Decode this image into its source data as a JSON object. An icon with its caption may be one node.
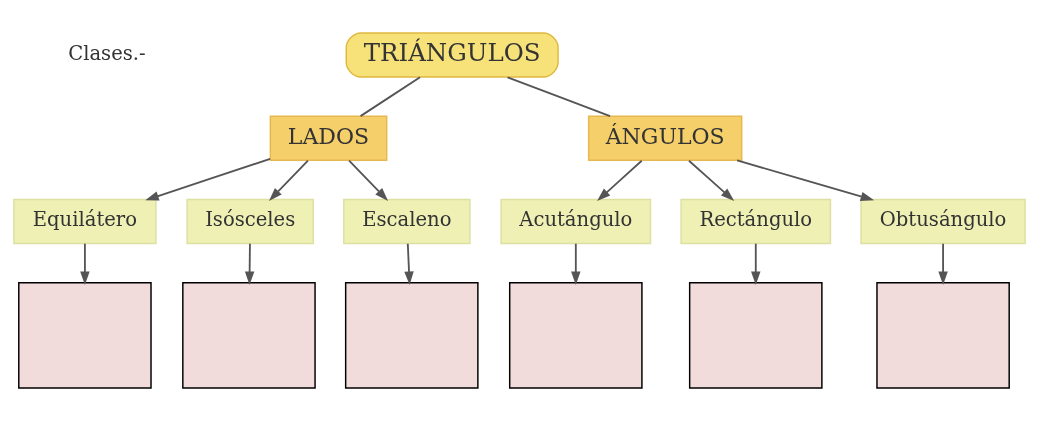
{
  "diagram": {
    "nodes": [
      {
        "text": [
          "TRIÁNGULOS"
        ]
      },
      {
        "text": [
          "LADOS"
        ]
      },
      {
        "text": [
          "ÁNGULOS"
        ]
      },
      {
        "text": [
          "Equilátero"
        ]
      },
      {
        "text": [
          "Isósceles"
        ]
      },
      {
        "text": [
          "Escaleno"
        ]
      },
      {
        "text": [
          "Acutángulo"
        ]
      },
      {
        "text": [
          "Rectángulo"
        ]
      },
      {
        "text": [
          "Obtusángulo"
        ]
      },
      {
        "text": [],
        "shape": "box"
      },
      {
        "text": [],
        "shape": "box"
      },
      {
        "text": [],
        "shape": "box"
      },
      {
        "text": [],
        "shape": "box"
      },
      {
        "text": [],
        "shape": "box"
      },
      {
        "text": [],
        "shape": "box"
      }
    ],
    "edges": [
      {
        "from": 0,
        "to": 1,
        "arrow": "none"
      },
      {
        "from": 0,
        "to": 2,
        "arrow": "none"
      },
      {
        "from": 1,
        "to": 3,
        "arrow": "to"
      },
      {
        "from": 1,
        "to": 4,
        "arrow": "to"
      },
      {
        "from": 1,
        "to": 5,
        "arrow": "to"
      },
      {
        "from": 2,
        "to": 6,
        "arrow": "to"
      },
      {
        "from": 2,
        "to": 7,
        "arrow": "to"
      },
      {
        "from": 2,
        "to": 8,
        "arrow": "to"
      },
      {
        "from": 3,
        "to": 9,
        "arrow": "to"
      },
      {
        "from": 4,
        "to": 10,
        "arrow": "to"
      },
      {
        "from": 5,
        "to": 11,
        "arrow": "to"
      },
      {
        "from": 6,
        "to": 12,
        "arrow": "to"
      },
      {
        "from": 7,
        "to": 13,
        "arrow": "to"
      },
      {
        "from": 8,
        "to": 14,
        "arrow": "to"
      }
    ],
    "labels": [
      "Clases.-"
    ]
  }
}
